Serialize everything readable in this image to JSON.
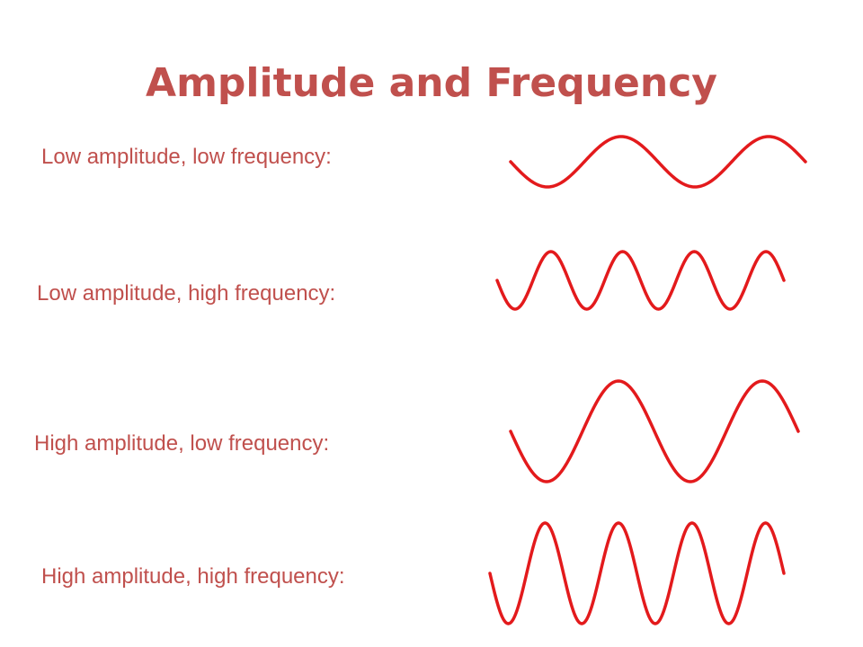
{
  "title": "Amplitude and Frequency",
  "colors": {
    "title": "#c0504d",
    "label": "#c0504d",
    "wave": "#e31a1c"
  },
  "rows": [
    {
      "label": "Low amplitude, low frequency:",
      "amplitude": "low",
      "frequency": "low"
    },
    {
      "label": "Low amplitude, high frequency:",
      "amplitude": "low",
      "frequency": "high"
    },
    {
      "label": "High amplitude, low frequency:",
      "amplitude": "high",
      "frequency": "low"
    },
    {
      "label": "High amplitude, high frequency:",
      "amplitude": "high",
      "frequency": "high"
    }
  ]
}
